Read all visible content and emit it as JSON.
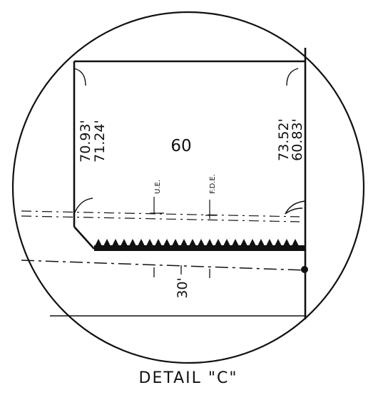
{
  "detail": {
    "caption": "DETAIL \"C\"",
    "lot_number": "60",
    "left_dims": [
      "70.93'",
      "71.24'"
    ],
    "right_dims": [
      "73.52'",
      "60.83'"
    ],
    "setback": "30'",
    "easement_labels": [
      "U.E.",
      "F.D.E."
    ]
  },
  "colors": {
    "ink": "#111111",
    "paper": "#ffffff"
  }
}
